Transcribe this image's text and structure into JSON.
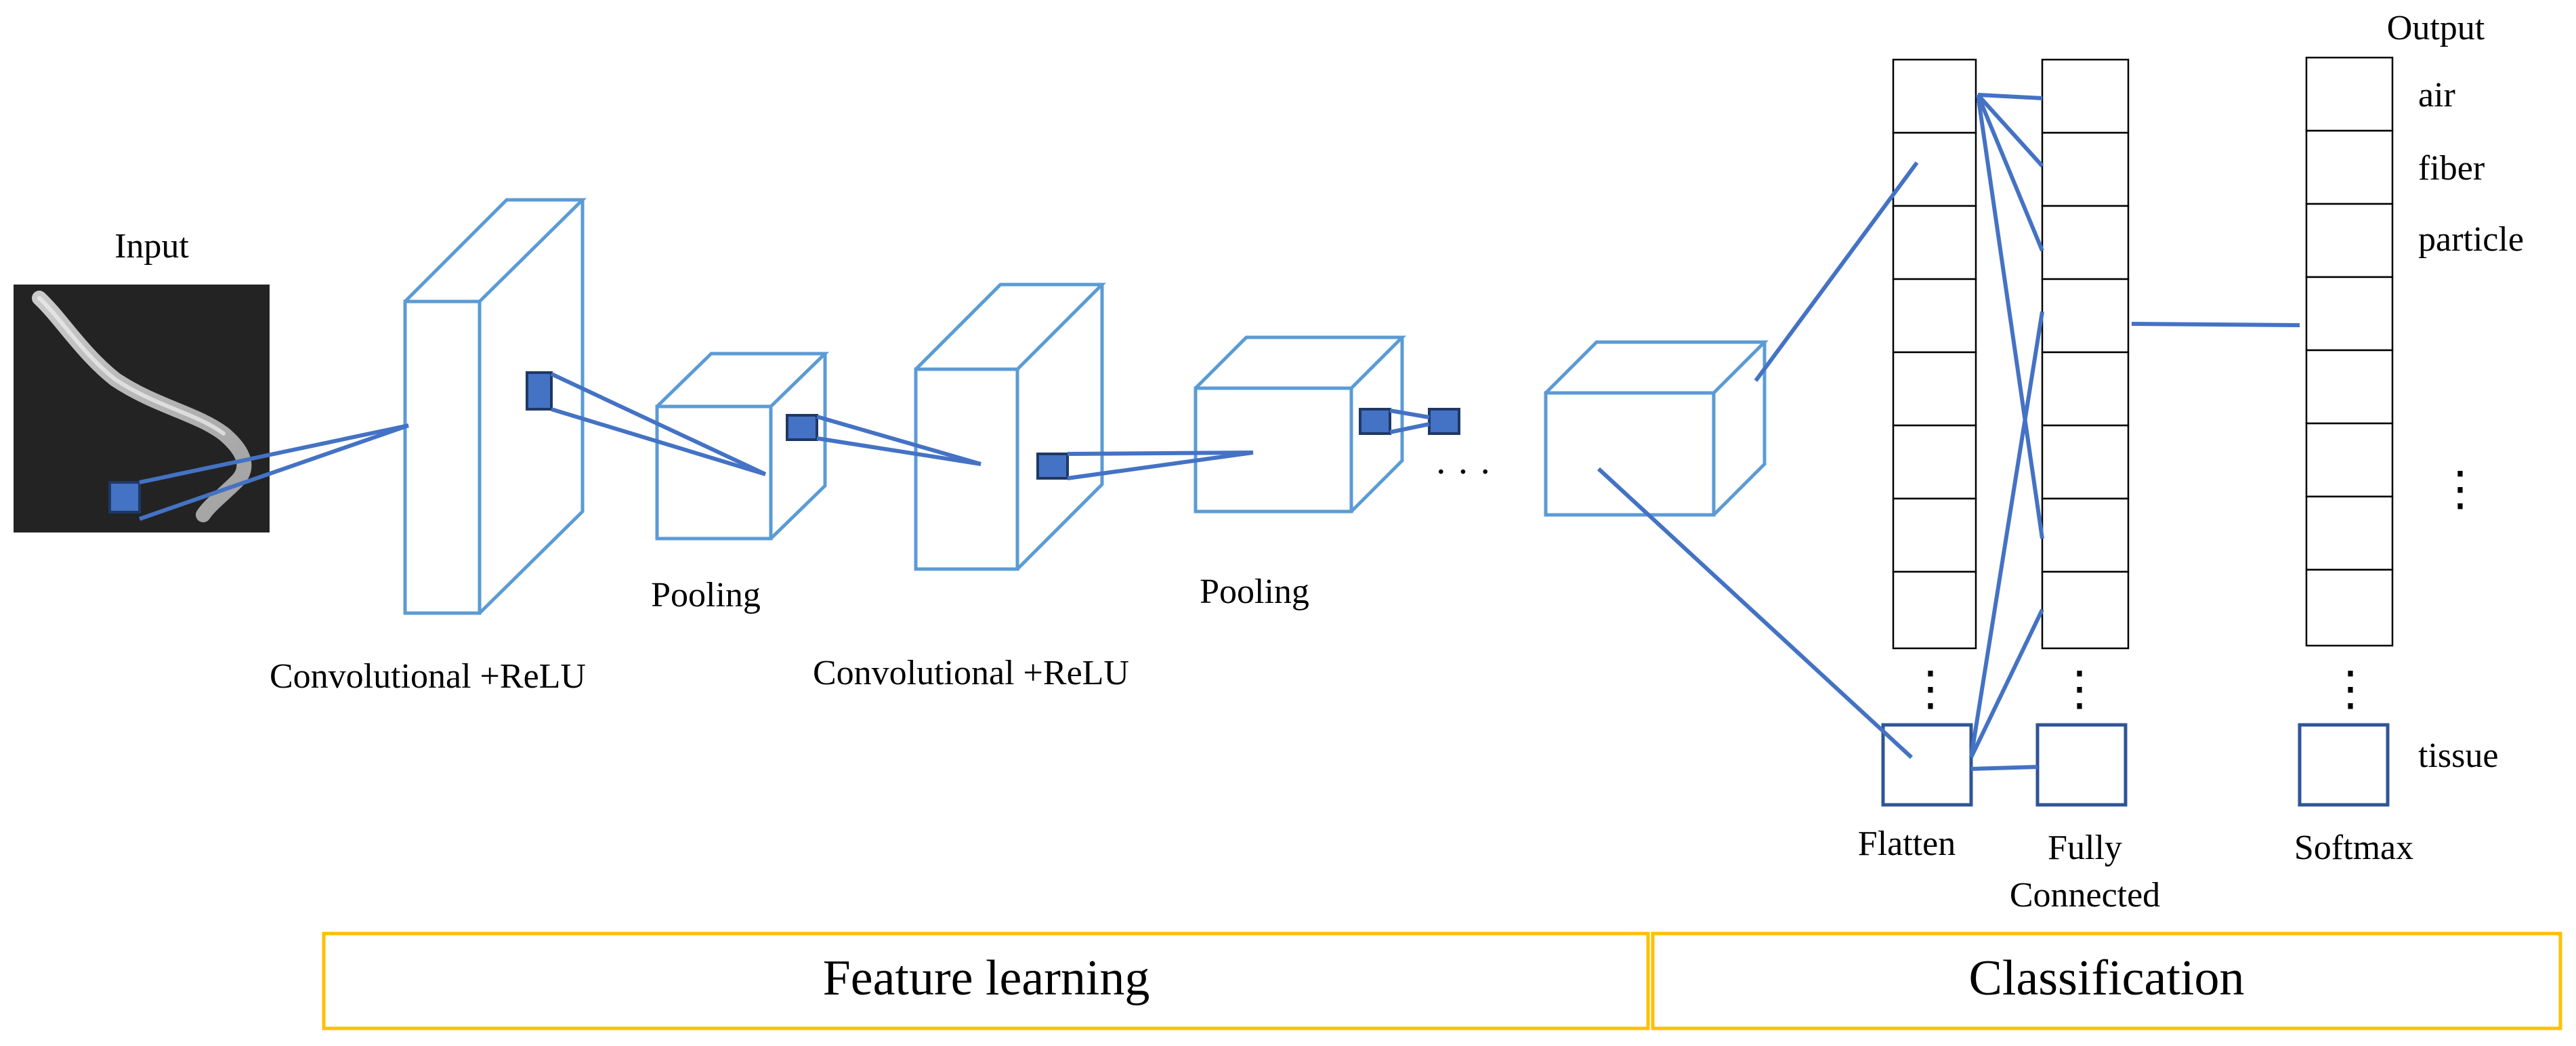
{
  "labels": {
    "input": "Input",
    "conv1": "Convolutional +ReLU",
    "pool1": "Pooling",
    "conv2": "Convolutional +ReLU",
    "pool2": "Pooling",
    "ellipsis": "· · ·",
    "flatten": "Flatten",
    "fc_line1": "Fully",
    "fc_line2": "Connected",
    "softmax": "Softmax",
    "output": "Output"
  },
  "output_classes": [
    "air",
    "fiber",
    "particle",
    "tissue"
  ],
  "vertical_ellipsis": "⋮",
  "sections": {
    "feature_learning": "Feature learning",
    "classification": "Classification"
  },
  "colors": {
    "layer_outline": "#5b9bd5",
    "connection": "#4472c4",
    "section_border": "#ffc000"
  }
}
